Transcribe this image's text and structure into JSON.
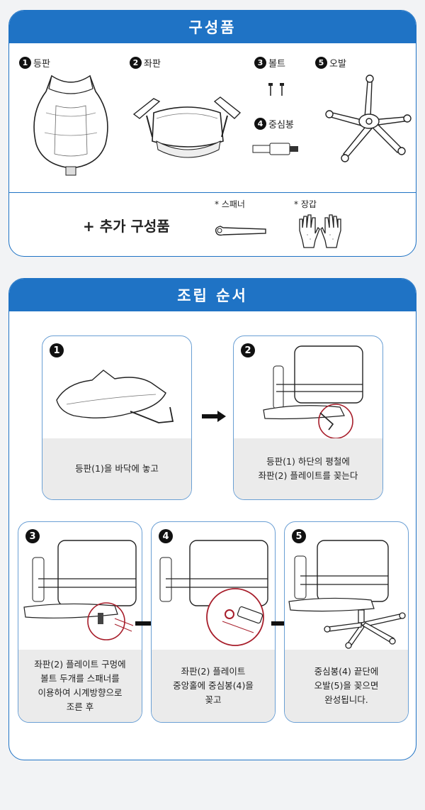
{
  "components": {
    "title": "구성품",
    "parts": [
      {
        "num": "1",
        "label": "등판"
      },
      {
        "num": "2",
        "label": "좌판"
      },
      {
        "num": "3",
        "label": "볼트"
      },
      {
        "num": "4",
        "label": "중심봉"
      },
      {
        "num": "5",
        "label": "오발"
      }
    ],
    "extra_title": "+ 추가 구성품",
    "tools": [
      {
        "label": "* 스패너"
      },
      {
        "label": "* 장갑"
      }
    ]
  },
  "assembly": {
    "title": "조립 순서",
    "steps": [
      {
        "num": "1",
        "caption": "등판(1)을 바닥에 놓고"
      },
      {
        "num": "2",
        "caption": "등판(1) 하단의 평철에\n좌판(2) 플레이트를 꽂는다"
      },
      {
        "num": "3",
        "caption": "좌판(2) 플레이트 구멍에\n볼트 두개를 스패너를\n이용하여 시계방향으로\n조른 후"
      },
      {
        "num": "4",
        "caption": "좌판(2) 플레이트\n중앙홀에 중심봉(4)을\n꽂고"
      },
      {
        "num": "5",
        "caption": "중심봉(4) 끝단에\n오발(5)을 꽂으면\n완성됩니다."
      }
    ]
  }
}
